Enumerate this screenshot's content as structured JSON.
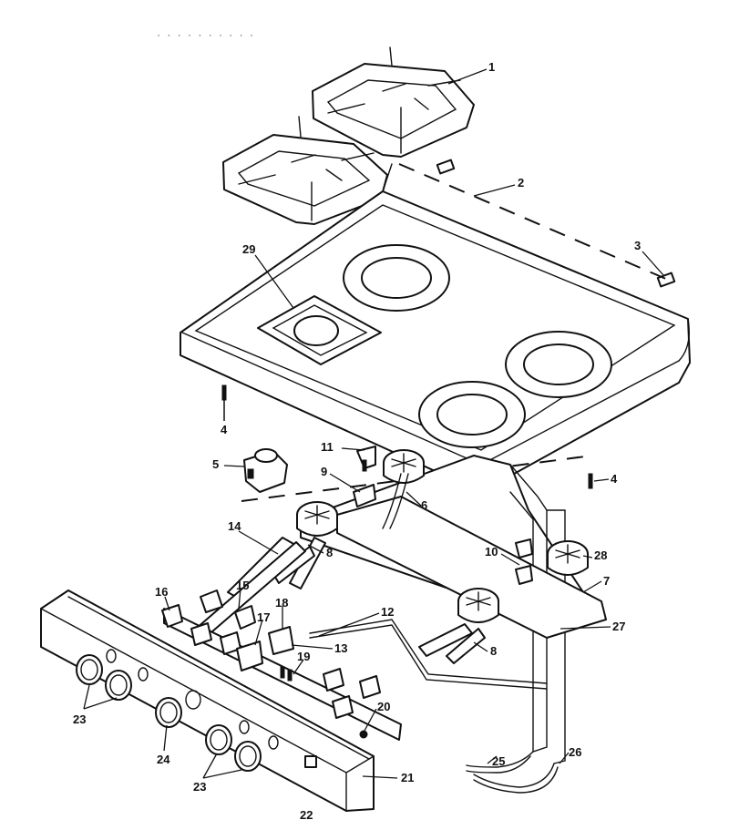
{
  "header_text": "· · ·   · · · ·  · · ·",
  "callouts": [
    {
      "id": "c1",
      "text": "1"
    },
    {
      "id": "c2",
      "text": "2"
    },
    {
      "id": "c3",
      "text": "3"
    },
    {
      "id": "c4a",
      "text": "4"
    },
    {
      "id": "c4b",
      "text": "4"
    },
    {
      "id": "c5",
      "text": "5"
    },
    {
      "id": "c6",
      "text": "6"
    },
    {
      "id": "c7",
      "text": "7"
    },
    {
      "id": "c8a",
      "text": "8"
    },
    {
      "id": "c8b",
      "text": "8"
    },
    {
      "id": "c9",
      "text": "9"
    },
    {
      "id": "c10",
      "text": "10"
    },
    {
      "id": "c11",
      "text": "11"
    },
    {
      "id": "c12",
      "text": "12"
    },
    {
      "id": "c13",
      "text": "13"
    },
    {
      "id": "c14",
      "text": "14"
    },
    {
      "id": "c15",
      "text": "15"
    },
    {
      "id": "c16",
      "text": "16"
    },
    {
      "id": "c17",
      "text": "17"
    },
    {
      "id": "c18",
      "text": "18"
    },
    {
      "id": "c19",
      "text": "19"
    },
    {
      "id": "c20",
      "text": "20"
    },
    {
      "id": "c21",
      "text": "21"
    },
    {
      "id": "c22",
      "text": "22"
    },
    {
      "id": "c23a",
      "text": "23"
    },
    {
      "id": "c23b",
      "text": "23"
    },
    {
      "id": "c24",
      "text": "24"
    },
    {
      "id": "c25",
      "text": "25"
    },
    {
      "id": "c26",
      "text": "26"
    },
    {
      "id": "c27",
      "text": "27"
    },
    {
      "id": "c28",
      "text": "28"
    },
    {
      "id": "c29",
      "text": "29"
    }
  ]
}
